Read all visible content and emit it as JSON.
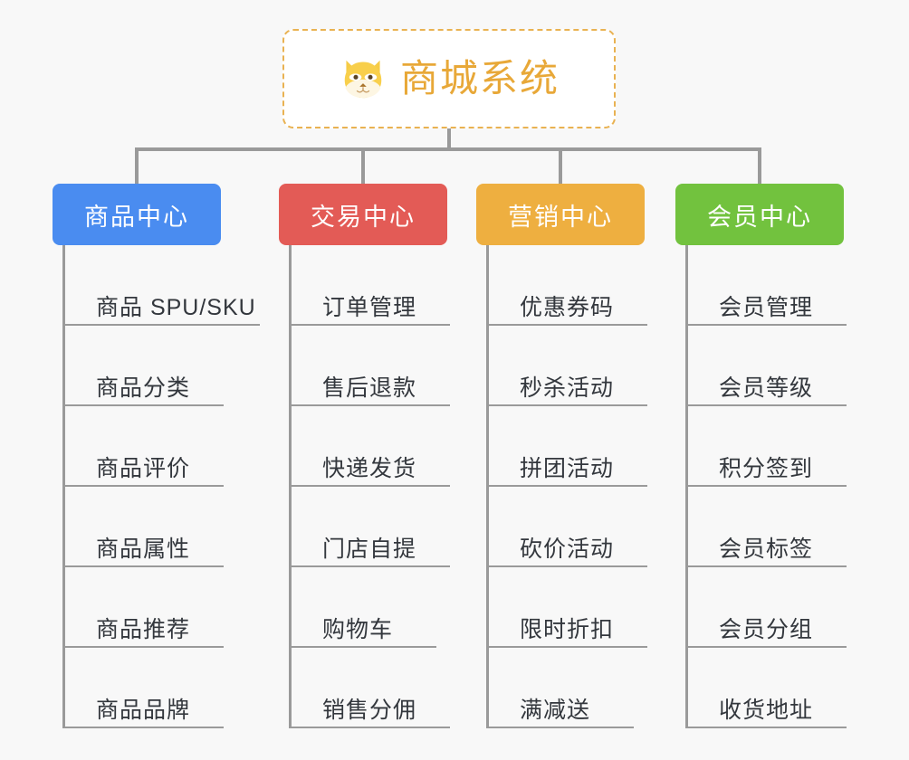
{
  "page": {
    "background_color": "#f8f8f8",
    "connector_color": "#9a9a9a"
  },
  "root": {
    "title": "商城系统",
    "icon": "shiba-dog-face-icon",
    "title_color": "#e8a838",
    "border_color": "#e9b252",
    "background_color": "#ffffff"
  },
  "categories": [
    {
      "label": "商品中心",
      "color": "#4a8cf0",
      "items": [
        "商品 SPU/SKU",
        "商品分类",
        "商品评价",
        "商品属性",
        "商品推荐",
        "商品品牌"
      ]
    },
    {
      "label": "交易中心",
      "color": "#e35b56",
      "items": [
        "订单管理",
        "售后退款",
        "快递发货",
        "门店自提",
        "购物车",
        "销售分佣"
      ]
    },
    {
      "label": "营销中心",
      "color": "#eeaf40",
      "items": [
        "优惠券码",
        "秒杀活动",
        "拼团活动",
        "砍价活动",
        "限时折扣",
        "满减送"
      ]
    },
    {
      "label": "会员中心",
      "color": "#72c23e",
      "items": [
        "会员管理",
        "会员等级",
        "积分签到",
        "会员标签",
        "会员分组",
        "收货地址"
      ]
    }
  ]
}
